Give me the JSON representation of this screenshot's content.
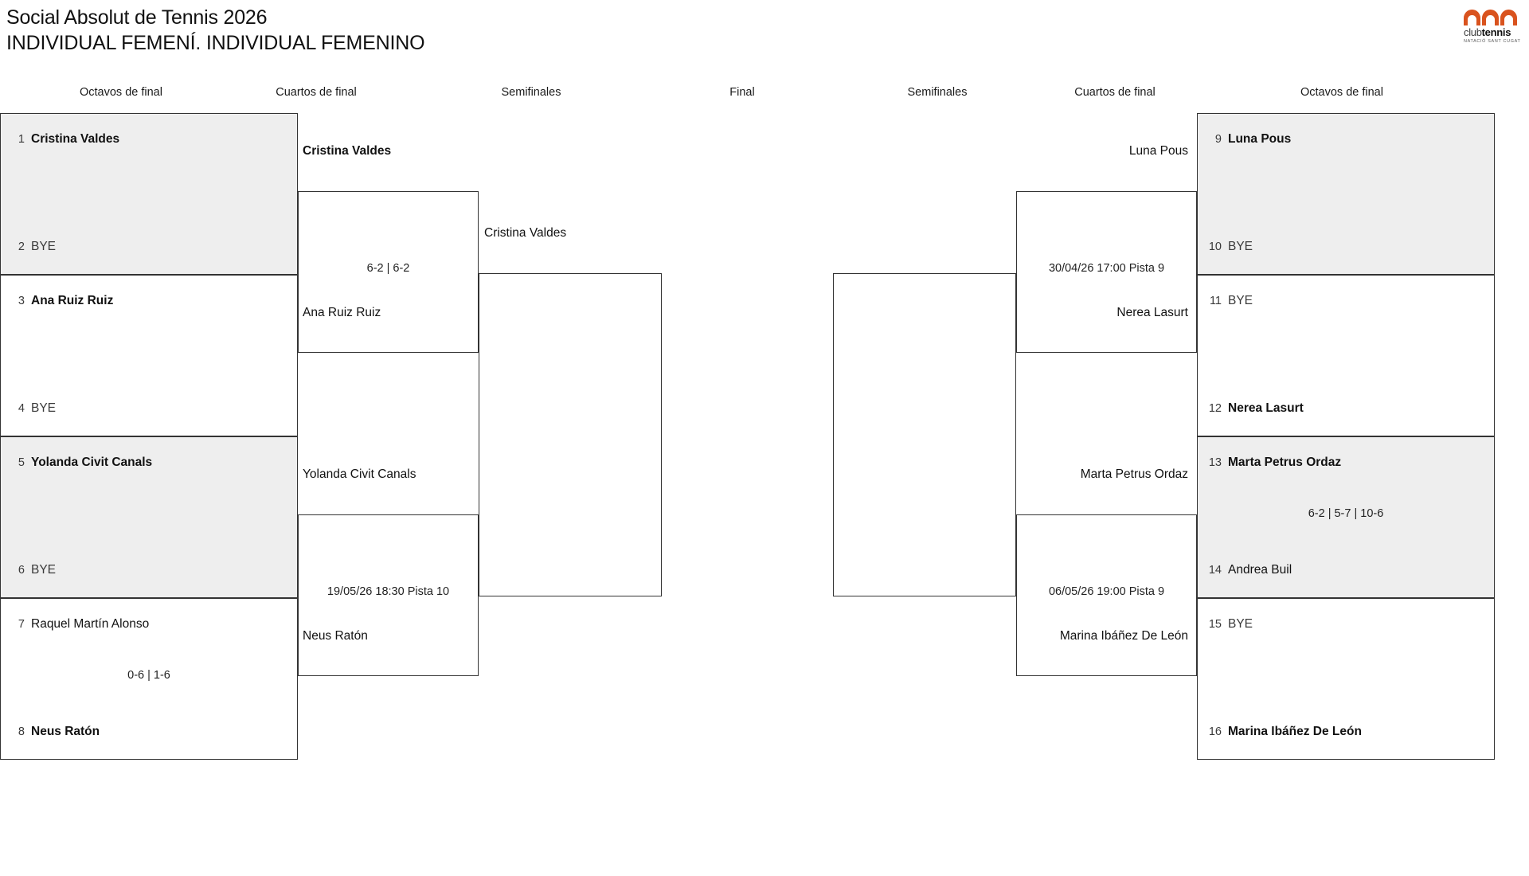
{
  "header": {
    "tournament": "Social Absolut de Tennis 2026",
    "category": "INDIVIDUAL FEMENÍ. INDIVIDUAL FEMENINO",
    "logo": {
      "word_1": "club",
      "word_2": "tennis",
      "subtitle": "NATACIÓ SANT CUGAT",
      "color": "#d9531e"
    }
  },
  "rounds": [
    {
      "key": "octavos_left",
      "label": "Octavos de final"
    },
    {
      "key": "cuartos_left",
      "label": "Cuartos de final"
    },
    {
      "key": "semis_left",
      "label": "Semifinales"
    },
    {
      "key": "final",
      "label": "Final"
    },
    {
      "key": "semis_right",
      "label": "Semifinales"
    },
    {
      "key": "cuartos_right",
      "label": "Cuartos de final"
    },
    {
      "key": "octavos_right",
      "label": "Octavos de final"
    }
  ],
  "colors": {
    "shaded_box": "#eeeeee",
    "border": "#333333",
    "text": "#111111"
  },
  "left": {
    "octavos": [
      {
        "shaded": true,
        "score": "",
        "players": [
          {
            "seed": "1",
            "name": "Cristina Valdes",
            "winner": true,
            "bye": false
          },
          {
            "seed": "2",
            "name": "BYE",
            "winner": false,
            "bye": true
          }
        ]
      },
      {
        "shaded": false,
        "score": "",
        "players": [
          {
            "seed": "3",
            "name": "Ana Ruiz Ruiz",
            "winner": true,
            "bye": false
          },
          {
            "seed": "4",
            "name": "BYE",
            "winner": false,
            "bye": true
          }
        ]
      },
      {
        "shaded": true,
        "score": "",
        "players": [
          {
            "seed": "5",
            "name": "Yolanda Civit Canals",
            "winner": true,
            "bye": false
          },
          {
            "seed": "6",
            "name": "BYE",
            "winner": false,
            "bye": true
          }
        ]
      },
      {
        "shaded": false,
        "score": "0-6 | 1-6",
        "players": [
          {
            "seed": "7",
            "name": "Raquel Martín Alonso",
            "winner": false,
            "bye": false
          },
          {
            "seed": "8",
            "name": "Neus Ratón",
            "winner": true,
            "bye": false
          }
        ]
      }
    ],
    "cuartos": [
      {
        "top": {
          "name": "Cristina Valdes",
          "winner": true
        },
        "bottom": {
          "name": "Ana Ruiz Ruiz",
          "winner": false
        },
        "info": "6-2 | 6-2"
      },
      {
        "top": {
          "name": "Yolanda Civit Canals",
          "winner": false
        },
        "bottom": {
          "name": "Neus Ratón",
          "winner": false
        },
        "info": "19/05/26 18:30 Pista 10"
      }
    ],
    "semis": [
      {
        "top": {
          "name": "Cristina Valdes",
          "winner": false
        },
        "bottom": {
          "name": "",
          "winner": false
        },
        "info": ""
      }
    ]
  },
  "right": {
    "octavos": [
      {
        "shaded": true,
        "score": "",
        "players": [
          {
            "seed": "9",
            "name": "Luna Pous",
            "winner": true,
            "bye": false
          },
          {
            "seed": "10",
            "name": "BYE",
            "winner": false,
            "bye": true
          }
        ]
      },
      {
        "shaded": false,
        "score": "",
        "players": [
          {
            "seed": "11",
            "name": "BYE",
            "winner": false,
            "bye": true
          },
          {
            "seed": "12",
            "name": "Nerea Lasurt",
            "winner": true,
            "bye": false
          }
        ]
      },
      {
        "shaded": true,
        "score": "6-2 | 5-7 | 10-6",
        "players": [
          {
            "seed": "13",
            "name": "Marta Petrus Ordaz",
            "winner": true,
            "bye": false
          },
          {
            "seed": "14",
            "name": "Andrea Buil",
            "winner": false,
            "bye": false
          }
        ]
      },
      {
        "shaded": false,
        "score": "",
        "players": [
          {
            "seed": "15",
            "name": "BYE",
            "winner": false,
            "bye": true
          },
          {
            "seed": "16",
            "name": "Marina Ibáñez De León",
            "winner": true,
            "bye": false
          }
        ]
      }
    ],
    "cuartos": [
      {
        "top": {
          "name": "Luna Pous",
          "winner": false
        },
        "bottom": {
          "name": "Nerea Lasurt",
          "winner": false
        },
        "info": "30/04/26 17:00 Pista 9"
      },
      {
        "top": {
          "name": "Marta Petrus Ordaz",
          "winner": false
        },
        "bottom": {
          "name": "Marina Ibáñez De León",
          "winner": false
        },
        "info": "06/05/26 19:00 Pista 9"
      }
    ],
    "semis": [
      {
        "top": {
          "name": "",
          "winner": false
        },
        "bottom": {
          "name": "",
          "winner": false
        },
        "info": ""
      }
    ]
  }
}
